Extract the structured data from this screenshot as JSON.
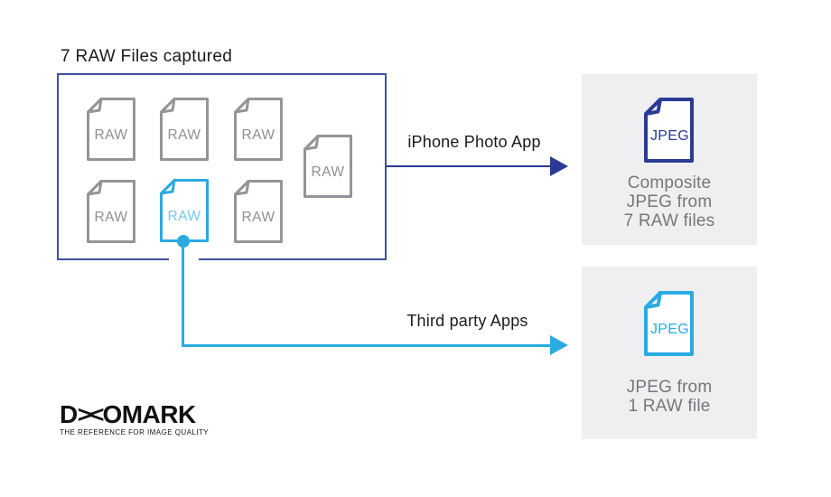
{
  "colors": {
    "navy": "#2b3a94",
    "box_border": "#3f50a3",
    "cyan": "#29abe2",
    "cyan_light": "#72c9ee",
    "gray_stroke": "#939598",
    "gray_text": "#8e9093",
    "panel_bg": "#efeff1",
    "label_text": "#1b1b1b",
    "caption_text": "#76777a"
  },
  "raw_box": {
    "title": "7 RAW Files captured",
    "files": [
      {
        "label": "RAW",
        "highlighted": false
      },
      {
        "label": "RAW",
        "highlighted": false
      },
      {
        "label": "RAW",
        "highlighted": false
      },
      {
        "label": "RAW",
        "highlighted": false
      },
      {
        "label": "RAW",
        "highlighted": false
      },
      {
        "label": "RAW",
        "highlighted": true
      },
      {
        "label": "RAW",
        "highlighted": false
      }
    ]
  },
  "flows": {
    "iphone": {
      "label": "iPhone Photo App"
    },
    "third_party": {
      "label": "Third party Apps"
    }
  },
  "outputs": {
    "composite": {
      "file_type": "JPEG",
      "caption_line1": "Composite",
      "caption_line2": "JPEG from",
      "caption_line3": "7 RAW files"
    },
    "single": {
      "file_type": "JPEG",
      "caption_line1": "JPEG from",
      "caption_line2": "1 RAW file"
    }
  },
  "logo": {
    "brand": "DXOMARK",
    "part_d": "D",
    "part_x": "><",
    "part_rest": "OMARK",
    "tagline": "THE REFERENCE FOR IMAGE QUALITY"
  }
}
